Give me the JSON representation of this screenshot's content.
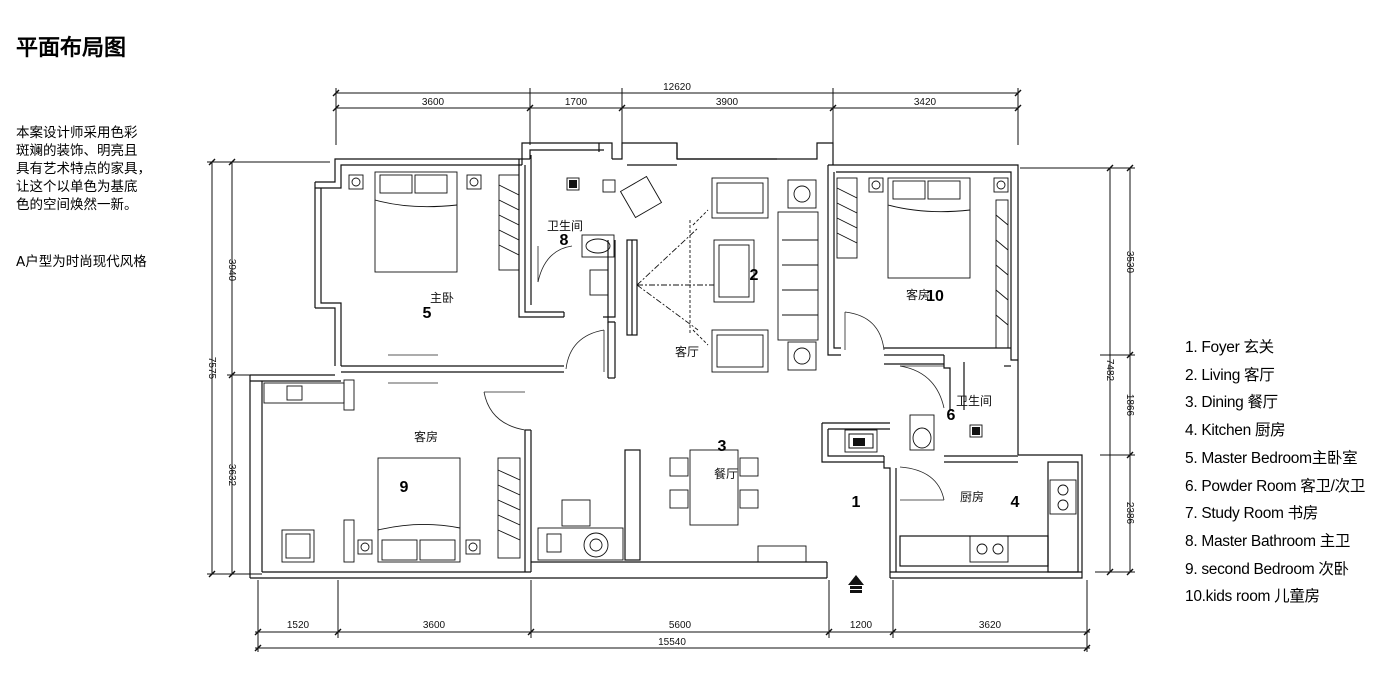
{
  "title": "平面布局图",
  "description": [
    "本案设计师采用色彩",
    "斑斓的装饰、明亮且",
    "具有艺术特点的家具，",
    "让这个以单色为基底",
    "色的空间焕然一新。"
  ],
  "layout_style": "A户型为时尚现代风格",
  "legend": [
    "1. Foyer 玄关",
    "2. Living 客厅",
    "3. Dining 餐厅",
    "4. Kitchen 厨房",
    "5. Master Bedroom主卧室",
    "6. Powder Room 客卫/次卫",
    "7. Study Room 书房",
    "8. Master Bathroom 主卫",
    "9. second Bedroom 次卧",
    "10.kids  room 儿童房"
  ],
  "dimensions": {
    "top_total": "12620",
    "top_segments": [
      "3600",
      "1700",
      "3900",
      "3420"
    ],
    "bottom_segments": [
      "1520",
      "3600",
      "5600",
      "1200",
      "3620"
    ],
    "bottom_total": "15540",
    "left_segments": [
      "3940",
      "3632"
    ],
    "left_total": "7575",
    "right_segments": [
      "3530",
      "1866",
      "2386"
    ],
    "right_total": "7482"
  },
  "room_labels": {
    "master_bedroom": "主卧",
    "bathroom_master": "卫生间",
    "living": "客厅",
    "kids_room": "客房",
    "bathroom_guest": "卫生间",
    "second_bedroom": "客房",
    "dining": "餐厅",
    "kitchen": "厨房"
  },
  "room_numbers": {
    "foyer": "1",
    "living": "2",
    "dining": "3",
    "kitchen": "4",
    "master_bedroom": "5",
    "powder_room": "6",
    "master_bathroom": "8",
    "second_bedroom": "9",
    "kids_room": "10"
  }
}
